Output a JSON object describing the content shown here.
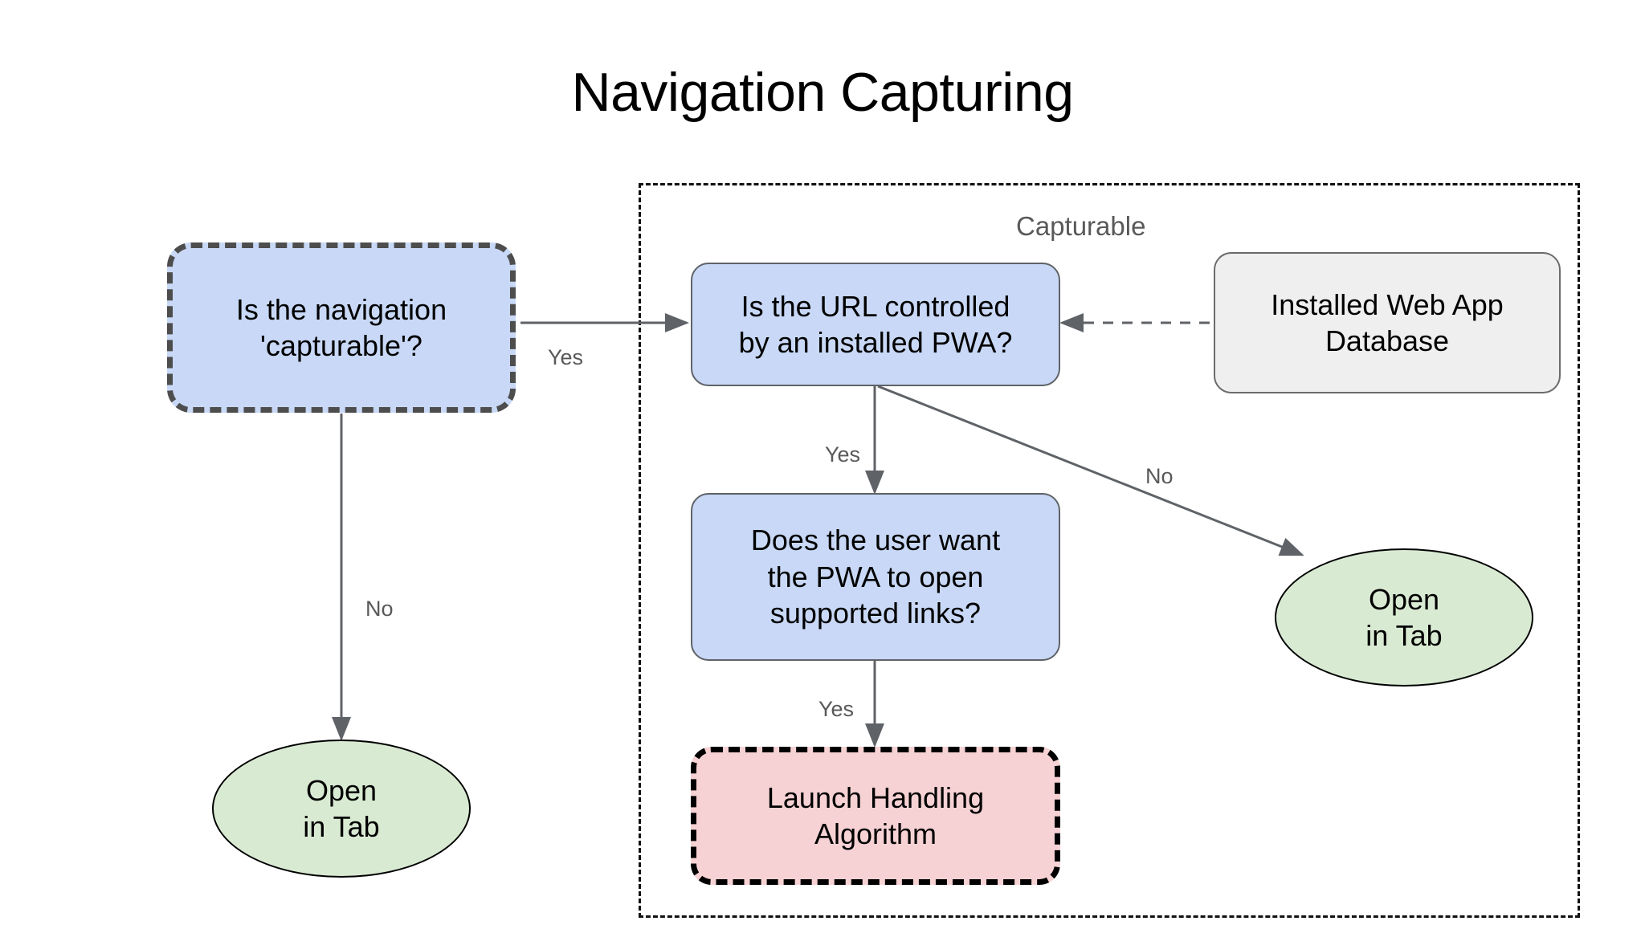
{
  "title": "Navigation Capturing",
  "group": {
    "label": "Capturable"
  },
  "nodes": {
    "is_navigation_capturable": "Is the navigation\n'capturable'?",
    "is_url_controlled": "Is the URL controlled\nby an installed PWA?",
    "installed_web_app_database": "Installed Web App\nDatabase",
    "does_user_want": "Does the user want\nthe PWA to open\nsupported links?",
    "launch_handling_algorithm": "Launch Handling\nAlgorithm",
    "open_in_tab_left": "Open\nin Tab",
    "open_in_tab_right": "Open\nin Tab"
  },
  "edge_labels": {
    "capturable_yes": "Yes",
    "capturable_no": "No",
    "url_yes": "Yes",
    "url_no": "No",
    "user_want_yes": "Yes"
  },
  "colors": {
    "decision_fill": "#c8d8f6",
    "decision_stroke": "#5f6368",
    "highlight_stroke": "#4d4d4d",
    "store_fill": "#efefef",
    "store_stroke": "#6b6b6b",
    "terminal_fill": "#f6d2d4",
    "terminal_stroke": "#000000",
    "ellipse_fill": "#d9ead3",
    "ellipse_stroke": "#000000",
    "edge_stroke": "#5f6368",
    "label_text": "#595959",
    "group_stroke": "#111111",
    "background": "#ffffff"
  }
}
